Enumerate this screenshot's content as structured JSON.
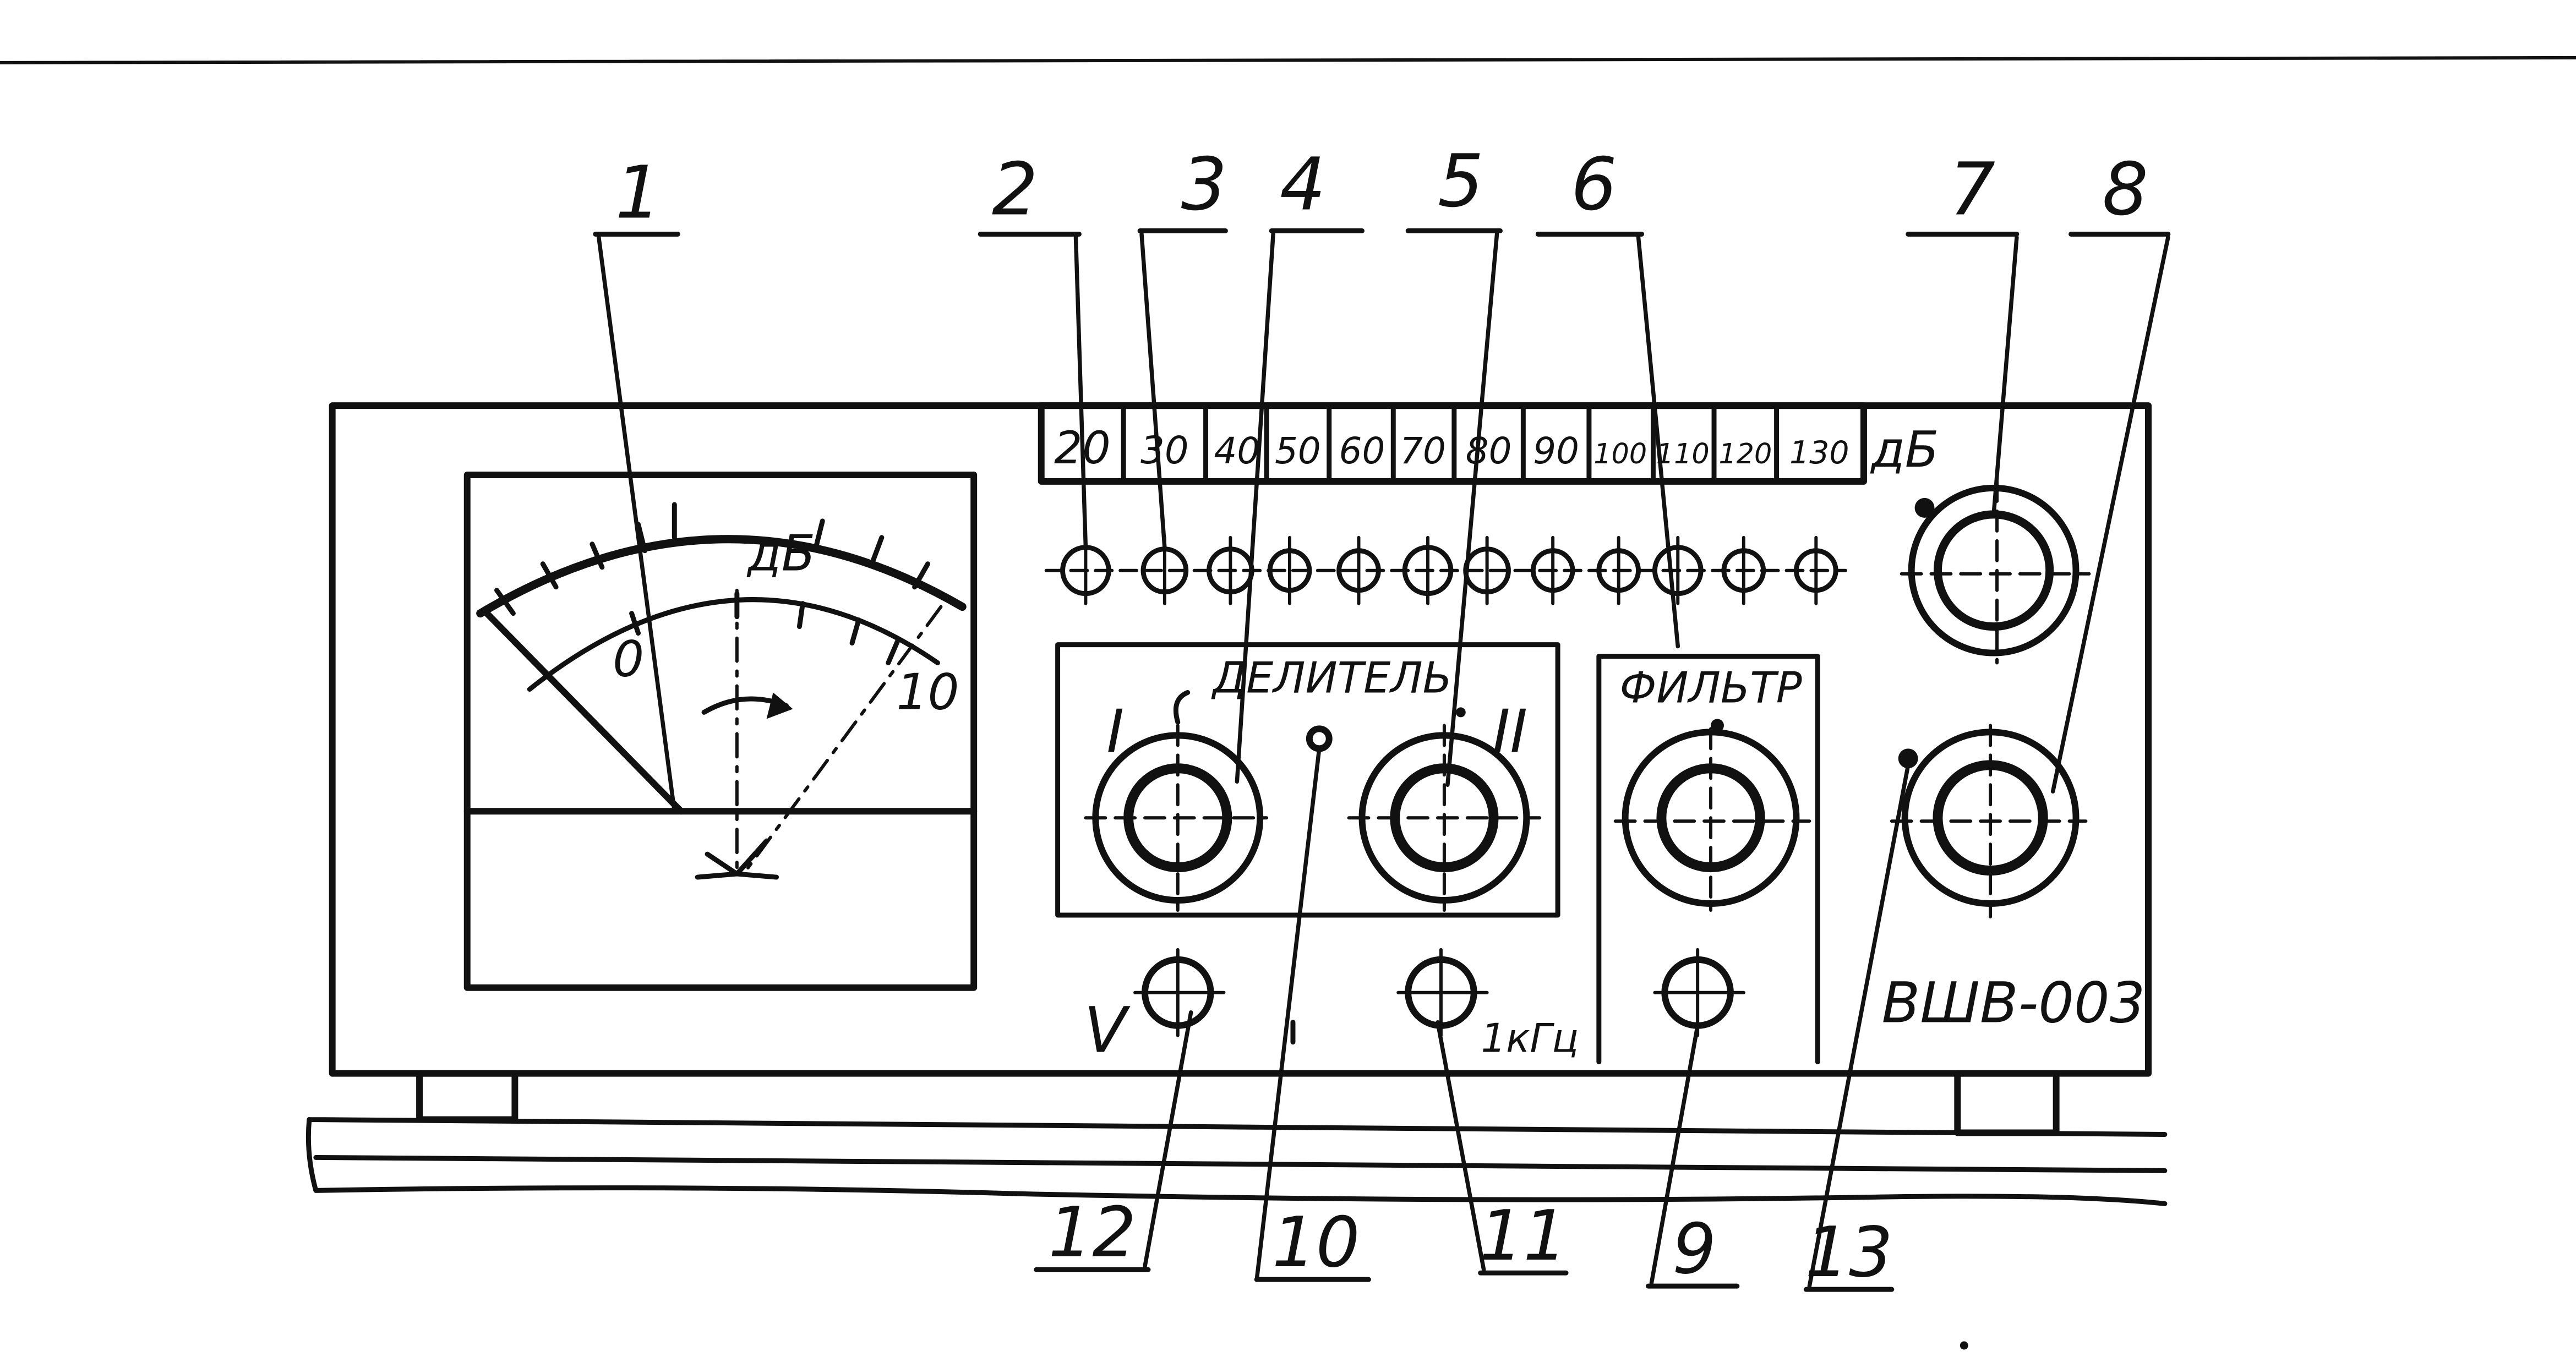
{
  "callouts": [
    "1",
    "2",
    "3",
    "4",
    "5",
    "6",
    "7",
    "8",
    "12",
    "10",
    "11",
    "9",
    "13"
  ],
  "range_scale": [
    "20",
    "30",
    "40",
    "50",
    "60",
    "70",
    "80",
    "90",
    "100",
    "110",
    "120",
    "130"
  ],
  "range_unit": "дБ",
  "meter": {
    "unit": "дБ",
    "zero": "0",
    "ten": "10"
  },
  "divider_panel": {
    "title": "ДЕЛИТЕЛЬ",
    "left_mark": "I",
    "right_mark": "II"
  },
  "filter_panel": {
    "title": "ФИЛЬТР"
  },
  "connectors": {
    "v_label": "V",
    "freq_label": "1кГц"
  },
  "model": "ВШВ-003"
}
